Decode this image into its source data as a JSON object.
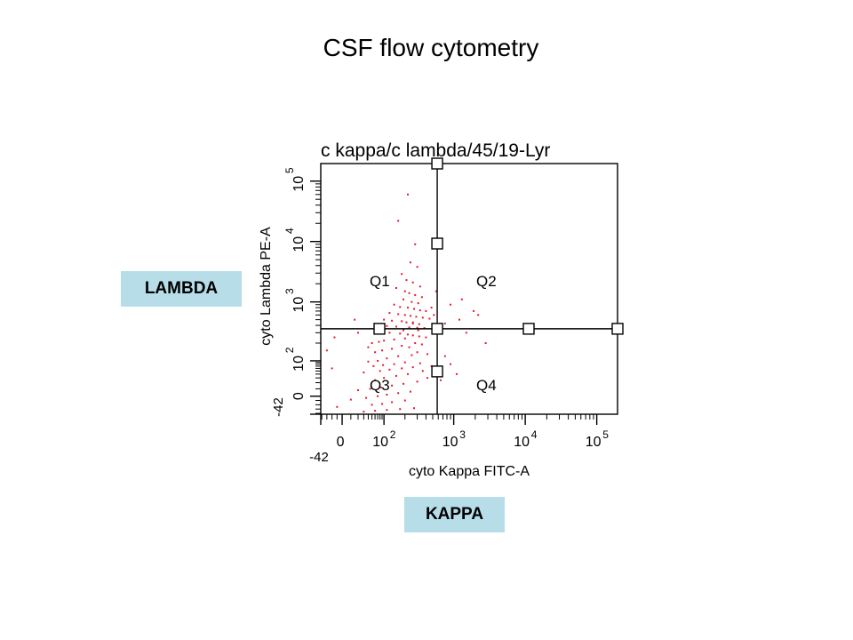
{
  "slide": {
    "title": "CSF flow cytometry",
    "y_callout": "LAMBDA",
    "x_callout": "KAPPA"
  },
  "chart_data": {
    "type": "scatter",
    "title": "c kappa/c lambda/45/19-Lyr",
    "xlabel": "cyto Kappa FITC-A",
    "ylabel": "cyto Lambda PE-A",
    "x_scale": "biexponential",
    "y_scale": "biexponential",
    "xlim": [
      -42,
      200000
    ],
    "ylim": [
      -42,
      200000
    ],
    "x_ticks": [
      {
        "value": -42,
        "label": "-42"
      },
      {
        "value": 0,
        "label": "0"
      },
      {
        "value": 100,
        "label": "10",
        "exp": "2"
      },
      {
        "value": 1000,
        "label": "10",
        "exp": "3"
      },
      {
        "value": 10000,
        "label": "10",
        "exp": "4"
      },
      {
        "value": 100000,
        "label": "10",
        "exp": "5"
      }
    ],
    "y_ticks": [
      {
        "value": -42,
        "label": "-42"
      },
      {
        "value": 0,
        "label": "0"
      },
      {
        "value": 100,
        "label": "10",
        "exp": "2"
      },
      {
        "value": 1000,
        "label": "10",
        "exp": "3"
      },
      {
        "value": 10000,
        "label": "10",
        "exp": "4"
      },
      {
        "value": 100000,
        "label": "10",
        "exp": "5"
      }
    ],
    "quadrant_gate": {
      "x": 580,
      "y": 350
    },
    "quadrants": [
      "Q1",
      "Q2",
      "Q3",
      "Q4"
    ],
    "series": [
      {
        "color": "#e8182a",
        "points": [
          [
            220,
            60000
          ],
          [
            160,
            22000
          ],
          [
            280,
            9000
          ],
          [
            240,
            4500
          ],
          [
            300,
            3800
          ],
          [
            180,
            2900
          ],
          [
            210,
            2300
          ],
          [
            260,
            2100
          ],
          [
            330,
            1800
          ],
          [
            150,
            1700
          ],
          [
            200,
            1500
          ],
          [
            230,
            1400
          ],
          [
            280,
            1300
          ],
          [
            350,
            1200
          ],
          [
            190,
            1100
          ],
          [
            250,
            1000
          ],
          [
            310,
            950
          ],
          [
            140,
            900
          ],
          [
            170,
            820
          ],
          [
            220,
            800
          ],
          [
            270,
            760
          ],
          [
            330,
            720
          ],
          [
            400,
            700
          ],
          [
            120,
            650
          ],
          [
            160,
            620
          ],
          [
            200,
            600
          ],
          [
            240,
            580
          ],
          [
            290,
            560
          ],
          [
            360,
            540
          ],
          [
            450,
            520
          ],
          [
            100,
            500
          ],
          [
            130,
            480
          ],
          [
            180,
            470
          ],
          [
            210,
            450
          ],
          [
            260,
            430
          ],
          [
            320,
            420
          ],
          [
            80,
            400
          ],
          [
            110,
            390
          ],
          [
            150,
            380
          ],
          [
            230,
            370
          ],
          [
            300,
            365
          ],
          [
            380,
            360
          ],
          [
            900,
            900
          ],
          [
            1300,
            1100
          ],
          [
            1900,
            700
          ],
          [
            750,
            430
          ],
          [
            1200,
            500
          ],
          [
            2200,
            600
          ],
          [
            60,
            330
          ],
          [
            90,
            310
          ],
          [
            120,
            300
          ],
          [
            170,
            290
          ],
          [
            220,
            280
          ],
          [
            260,
            270
          ],
          [
            320,
            260
          ],
          [
            400,
            250
          ],
          [
            200,
            240
          ],
          [
            140,
            230
          ],
          [
            100,
            220
          ],
          [
            75,
            210
          ],
          [
            50,
            200
          ],
          [
            280,
            200
          ],
          [
            350,
            190
          ],
          [
            180,
            180
          ],
          [
            230,
            170
          ],
          [
            130,
            160
          ],
          [
            90,
            150
          ],
          [
            60,
            140
          ],
          [
            300,
            140
          ],
          [
            420,
            130
          ],
          [
            250,
            125
          ],
          [
            160,
            120
          ],
          [
            110,
            110
          ],
          [
            70,
            100
          ],
          [
            40,
            95
          ],
          [
            200,
            90
          ],
          [
            330,
            85
          ],
          [
            140,
            80
          ],
          [
            95,
            75
          ],
          [
            55,
            70
          ],
          [
            260,
            65
          ],
          [
            180,
            60
          ],
          [
            120,
            55
          ],
          [
            80,
            50
          ],
          [
            30,
            45
          ],
          [
            220,
            40
          ],
          [
            150,
            35
          ],
          [
            100,
            30
          ],
          [
            60,
            25
          ],
          [
            300,
            22
          ],
          [
            190,
            18
          ],
          [
            130,
            15
          ],
          [
            85,
            12
          ],
          [
            45,
            10
          ],
          [
            20,
            8
          ],
          [
            240,
            6
          ],
          [
            160,
            4
          ],
          [
            110,
            2
          ],
          [
            70,
            0
          ],
          [
            35,
            -4
          ],
          [
            10,
            -8
          ],
          [
            200,
            -10
          ],
          [
            130,
            -14
          ],
          [
            90,
            -18
          ],
          [
            50,
            -20
          ],
          [
            -10,
            -25
          ],
          [
            270,
            -28
          ],
          [
            170,
            -30
          ],
          [
            110,
            -32
          ],
          [
            60,
            -34
          ],
          [
            30,
            -36
          ],
          [
            -20,
            60
          ],
          [
            -30,
            150
          ],
          [
            360,
            50
          ],
          [
            420,
            30
          ],
          [
            480,
            70
          ],
          [
            900,
            80
          ],
          [
            1100,
            40
          ],
          [
            750,
            120
          ],
          [
            20,
            300
          ],
          [
            15,
            500
          ],
          [
            -15,
            250
          ],
          [
            520,
            600
          ],
          [
            480,
            800
          ],
          [
            560,
            1500
          ],
          [
            2800,
            200
          ],
          [
            650,
            25
          ],
          [
            1500,
            300
          ],
          [
            40,
            170
          ],
          [
            260,
            450
          ],
          [
            310,
            330
          ],
          [
            190,
            330
          ]
        ]
      }
    ]
  }
}
